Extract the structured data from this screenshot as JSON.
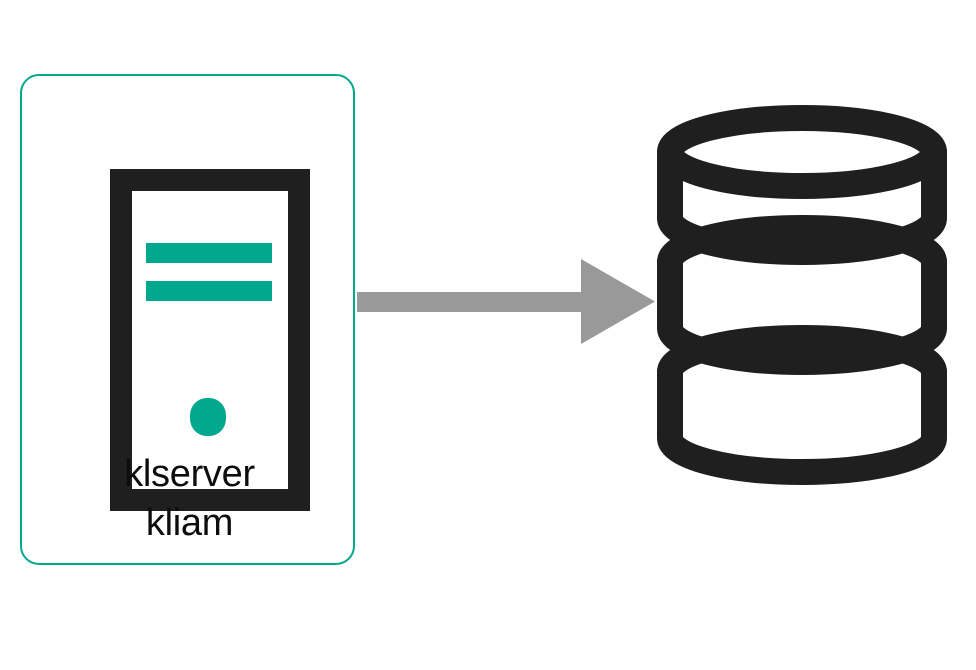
{
  "diagram": {
    "type": "architecture-flow",
    "background_color": "#ffffff",
    "nodes": [
      {
        "id": "server-node",
        "kind": "server",
        "icon": "server-tower-icon",
        "label_lines": [
          "klserver",
          "kliam"
        ],
        "label_line_1": "klserver",
        "label_line_2": "kliam",
        "border_color": "#00a88e",
        "icon_color": "#1f1f1f",
        "accent_color": "#00a88e",
        "text_color": "#0d0d0d"
      },
      {
        "id": "database-node",
        "kind": "database",
        "icon": "database-cylinder-icon",
        "label_lines": [],
        "icon_color": "#1f1f1f",
        "disc_count": 3
      }
    ],
    "edges": [
      {
        "id": "server-to-database",
        "from": "server-node",
        "to": "database-node",
        "style": "solid-block-arrow",
        "direction": "right",
        "color": "#999999",
        "label": ""
      }
    ]
  }
}
